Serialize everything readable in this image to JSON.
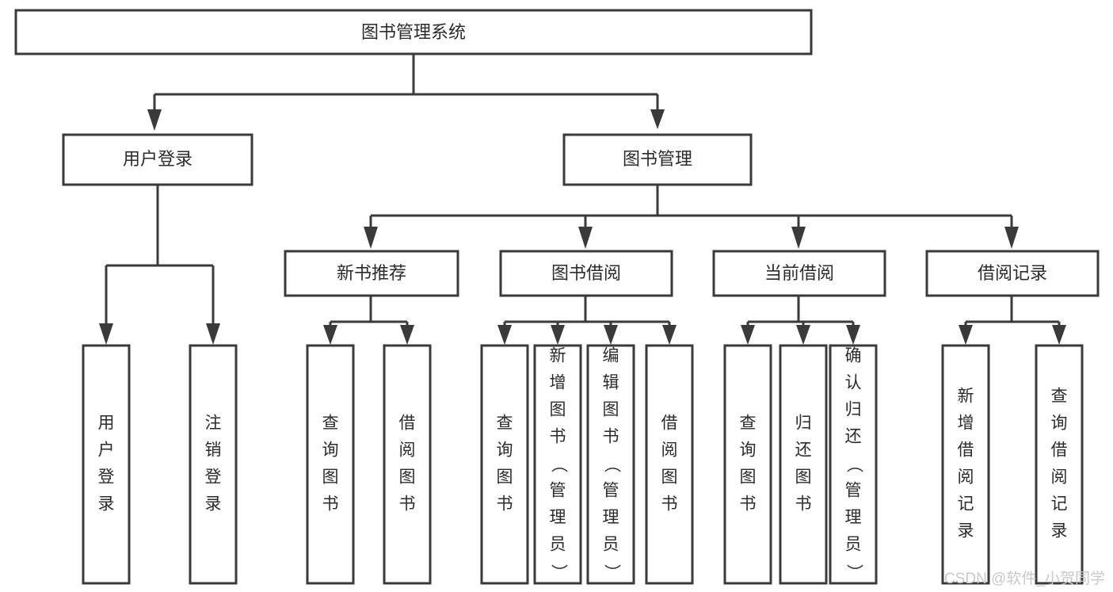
{
  "diagram": {
    "title": "图书管理系统",
    "type": "hierarchy-tree",
    "orientation": "top-down",
    "colors": {
      "stroke": "#3a3a3a",
      "fill": "#ffffff",
      "text": "#2b2b2b",
      "watermark": "#c9c9c9",
      "background": "#ffffff"
    },
    "levels": {
      "root": "图书管理系统",
      "level2": [
        "用户登录",
        "图书管理"
      ],
      "level3": [
        "新书推荐",
        "图书借阅",
        "当前借阅",
        "借阅记录"
      ]
    },
    "nodes": {
      "root": {
        "label": "图书管理系统"
      },
      "user_login": {
        "label": "用户登录"
      },
      "book_manage": {
        "label": "图书管理"
      },
      "new_book_rec": {
        "label": "新书推荐"
      },
      "book_borrow": {
        "label": "图书借阅"
      },
      "current_borrow": {
        "label": "当前借阅"
      },
      "borrow_record": {
        "label": "借阅记录"
      },
      "leaf_1": {
        "label": "用户登录"
      },
      "leaf_2": {
        "label": "注销登录"
      },
      "leaf_3": {
        "label": "查询图书"
      },
      "leaf_4": {
        "label": "借阅图书"
      },
      "leaf_5": {
        "label": "查询图书"
      },
      "leaf_6": {
        "label": "新增图书（管理员）"
      },
      "leaf_7": {
        "label": "编辑图书（管理员）"
      },
      "leaf_8": {
        "label": "借阅图书"
      },
      "leaf_9": {
        "label": "查询图书"
      },
      "leaf_10": {
        "label": "归还图书"
      },
      "leaf_11": {
        "label": "确认归还（管理员）"
      },
      "leaf_12": {
        "label": "新增借阅记录"
      },
      "leaf_13": {
        "label": "查询借阅记录"
      }
    },
    "edges": [
      {
        "from": "root",
        "to": "user_login"
      },
      {
        "from": "root",
        "to": "book_manage"
      },
      {
        "from": "user_login",
        "to": "leaf_1"
      },
      {
        "from": "user_login",
        "to": "leaf_2"
      },
      {
        "from": "book_manage",
        "to": "new_book_rec"
      },
      {
        "from": "book_manage",
        "to": "book_borrow"
      },
      {
        "from": "book_manage",
        "to": "current_borrow"
      },
      {
        "from": "book_manage",
        "to": "borrow_record"
      },
      {
        "from": "new_book_rec",
        "to": "leaf_3"
      },
      {
        "from": "new_book_rec",
        "to": "leaf_4"
      },
      {
        "from": "book_borrow",
        "to": "leaf_5"
      },
      {
        "from": "book_borrow",
        "to": "leaf_6"
      },
      {
        "from": "book_borrow",
        "to": "leaf_7"
      },
      {
        "from": "book_borrow",
        "to": "leaf_8"
      },
      {
        "from": "current_borrow",
        "to": "leaf_9"
      },
      {
        "from": "current_borrow",
        "to": "leaf_10"
      },
      {
        "from": "current_borrow",
        "to": "leaf_11"
      },
      {
        "from": "borrow_record",
        "to": "leaf_12"
      },
      {
        "from": "borrow_record",
        "to": "leaf_13"
      }
    ]
  },
  "watermark": {
    "text": "CSDN @软件_小贺同学"
  }
}
